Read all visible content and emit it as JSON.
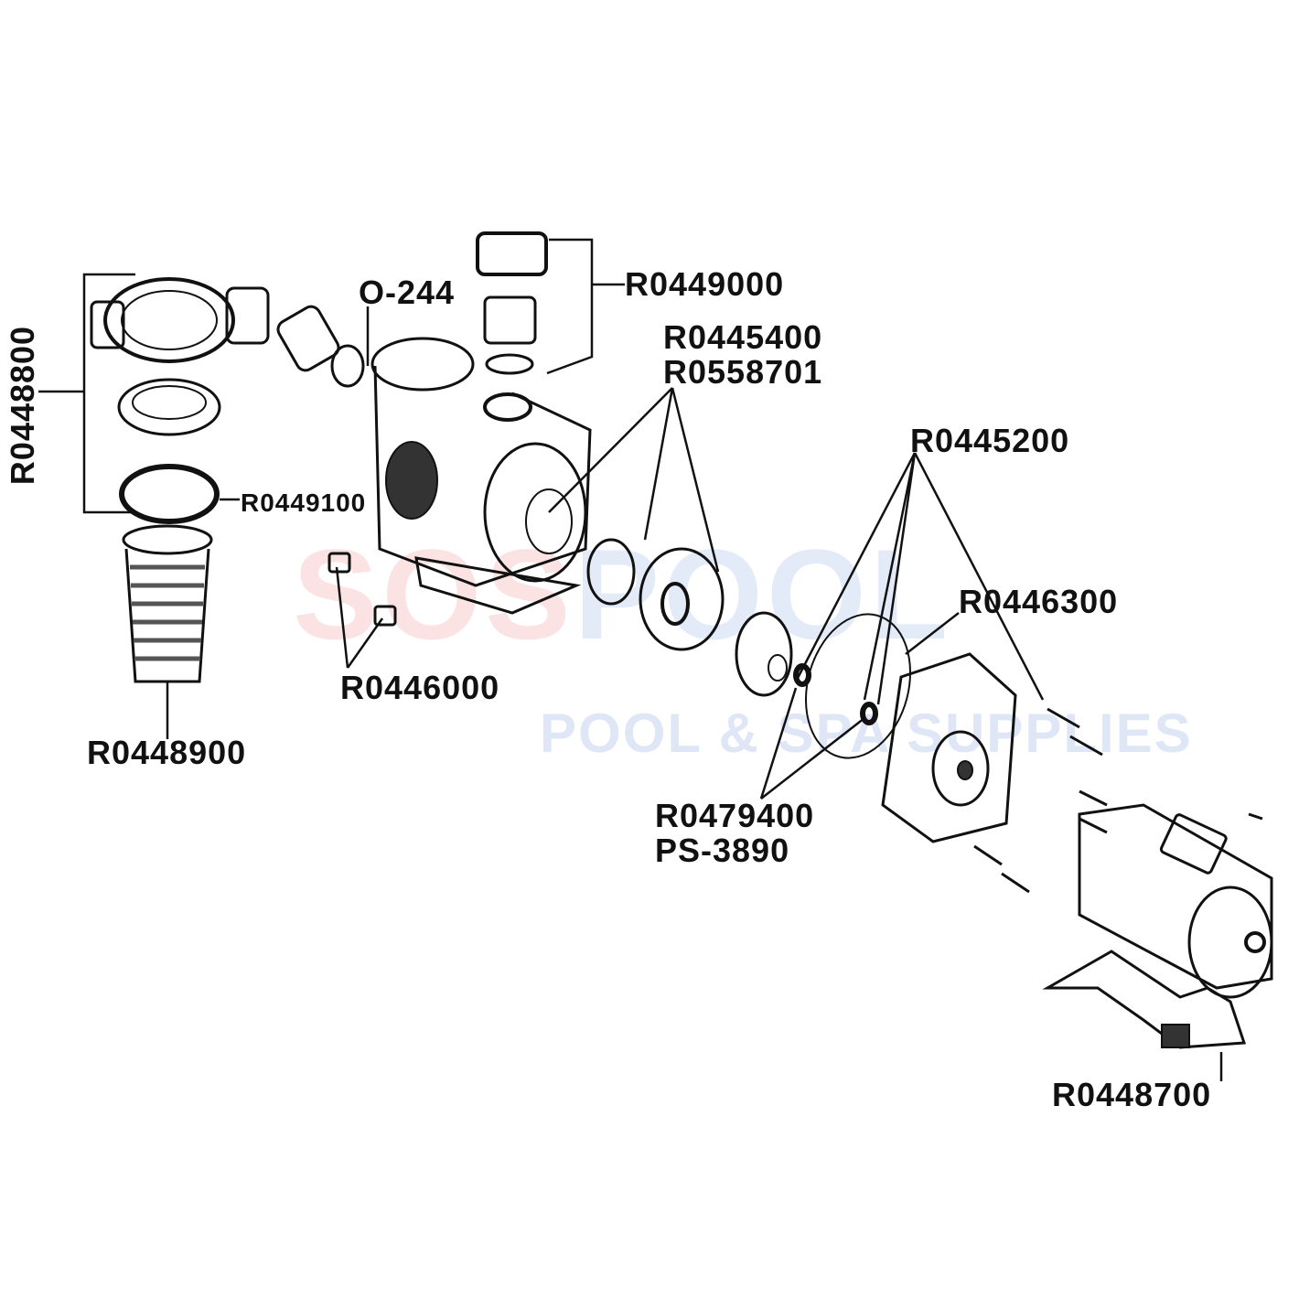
{
  "watermark": {
    "brand_a": "SOS",
    "brand_b": "POOL",
    "tagline": "POOL & SPA SUPPLIES"
  },
  "labels": {
    "lid_assembly": "R0448800",
    "lid_oring": "R0449100",
    "basket": "R0448900",
    "union_oring": "O-244",
    "union_kit": "R0449000",
    "diffuser_a": "R0445400",
    "diffuser_b": "R0558701",
    "seal_plate_hardware": "R0445200",
    "seal_plate_gasket": "R0446300",
    "drain_plugs": "R0446000",
    "shaft_seal_a": "R0479400",
    "shaft_seal_b": "PS-3890",
    "motor_base": "R0448700"
  },
  "colors": {
    "ink": "#111111",
    "watermark_red": "#fbe3e3",
    "watermark_blue": "#e4ebf8"
  }
}
